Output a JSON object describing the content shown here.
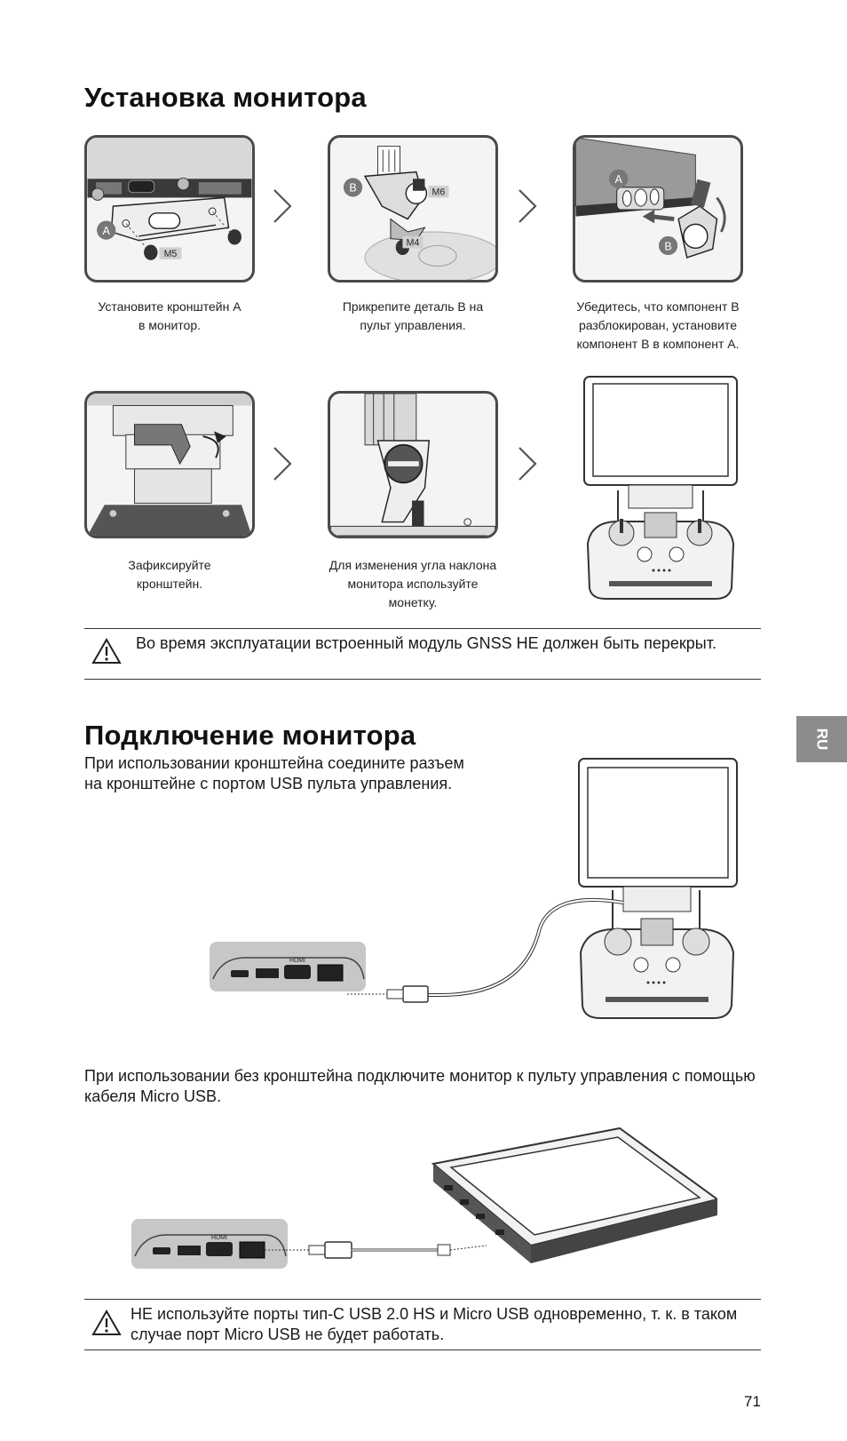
{
  "section1": {
    "title": "Установка монитора",
    "steps": [
      {
        "caption": "Установите  кронштейн А\nв монитор.",
        "labels": [
          "A",
          "M5"
        ]
      },
      {
        "caption": "Прикрепите деталь В на\nпульт управления.",
        "labels": [
          "B",
          "M6",
          "M4"
        ]
      },
      {
        "caption": "Убедитесь, что компонент B\nразблокирован, установите\nкомпонент B в компонент A.",
        "labels": [
          "A",
          "B"
        ]
      },
      {
        "caption": "Зафиксируйте\nкронштейн."
      },
      {
        "caption": "Для изменения угла наклона\nмонитора используйте\nмонетку."
      }
    ],
    "note": "Во время эксплуатации встроенный модуль GNSS НЕ должен быть перекрыт."
  },
  "section2": {
    "title": "Подключение монитора",
    "paragraph1": "При использовании кронштейна соедините разъем\nна кронштейне с портом USB пульта управления.",
    "paragraph2": "При использовании без кронштейна подключите монитор к пульту управления с помощью кабеля Micro USB.",
    "port_label": "HDMI",
    "note": "НЕ используйте порты тип-C USB 2.0 HS и Micro USB одновременно, т. к. в таком случае порт Micro USB не будет работать."
  },
  "side_tab": "RU",
  "page_number": "71"
}
